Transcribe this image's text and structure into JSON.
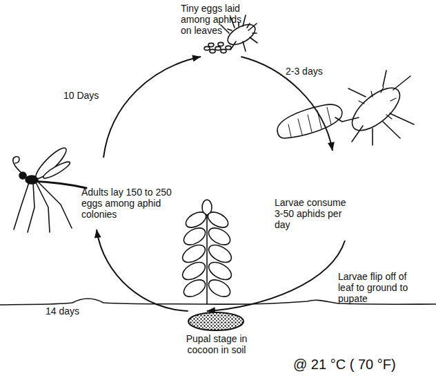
{
  "diagram": {
    "nodes": [
      {
        "text": [
          "Tiny eggs laid among aphids on leaves"
        ]
      },
      {
        "text": [
          "Larvae consume 3-50 aphids per day"
        ]
      },
      {
        "text": [
          "Pupal stage in cocoon in soil"
        ]
      },
      {
        "text": [
          "Adults lay 150 to 250 eggs among aphid colonies"
        ]
      }
    ],
    "edges": [
      {
        "from": 0,
        "to": 1,
        "label": "2-3 days",
        "arrow": "to"
      },
      {
        "from": 1,
        "to": 2,
        "label": "Larvae flip off of leaf to ground to pupate",
        "arrow": "to"
      },
      {
        "from": 2,
        "to": 3,
        "label": "14 days",
        "arrow": "to"
      },
      {
        "from": 3,
        "to": 0,
        "label": "10 Days",
        "arrow": "to"
      }
    ],
    "labels": [
      "@ 21 °C ( 70 °F)"
    ]
  }
}
